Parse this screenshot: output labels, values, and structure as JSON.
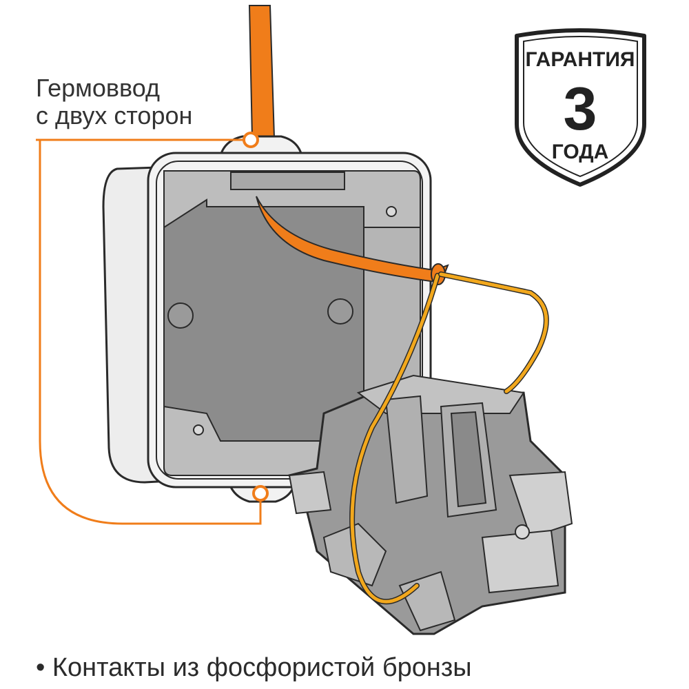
{
  "callout": {
    "line1": "Гермоввод",
    "line2": "с двух сторон"
  },
  "badge": {
    "top": "ГАРАНТИЯ",
    "number": "3",
    "bottom": "ГОДА"
  },
  "footer": {
    "bullet": "•",
    "text": "Контакты из фосфористой бронзы"
  },
  "colors": {
    "accent": "#F07D1A",
    "wire": "#F2A81D",
    "box_outer": "#E6E6E6",
    "box_inner": "#8C8C8C",
    "mechanism": "#9A9A9A",
    "outline": "#2A2A2A"
  }
}
